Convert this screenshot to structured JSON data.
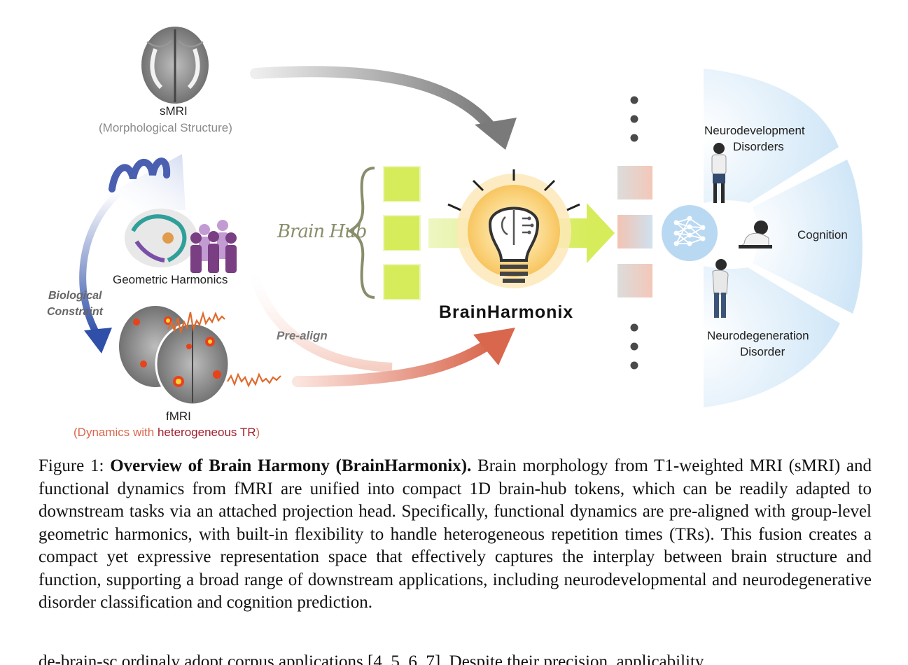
{
  "figure": {
    "smri_title": "sMRI",
    "smri_subtitle": "(Morphological Structure)",
    "geometric_harmonics": "Geometric Harmonics",
    "biological_constraint_line1": "Biological",
    "biological_constraint_line2": "Constraint",
    "fmri_title": "fMRI",
    "fmri_subtitle_prefix": "(Dynamics with ",
    "fmri_subtitle_highlight": "heterogeneous TR",
    "fmri_subtitle_suffix": ")",
    "pre_align": "Pre-align",
    "brain_hub": "Brain Hub",
    "model_name": "BrainHarmonix",
    "outcome_1_line1": "Neurodevelopment",
    "outcome_1_line2": "Disorders",
    "outcome_2": "Cognition",
    "outcome_3_line1": "Neurodegeneration",
    "outcome_3_line2": "Disorder",
    "colors": {
      "token_green": "#d6ec5a",
      "arrow_gray": "#7a7a7a",
      "arrow_red": "#d9674e",
      "fan_blue": "#cfe6f7",
      "constraint_blue": "#2f4fa8",
      "subtitle_red": "#d9674e",
      "highlight_red": "#a01e2c"
    }
  },
  "caption": {
    "figure_label": "Figure 1:",
    "bold_title": "Overview of Brain Harmony (BrainHarmonix).",
    "body": "Brain morphology from T1-weighted MRI (sMRI) and functional dynamics from fMRI are unified into compact 1D brain-hub tokens, which can be readily adapted to downstream tasks via an attached projection head. Specifically, functional dynamics are pre-aligned with group-level geometric harmonics, with built-in flexibility to handle heterogeneous repetition times (TRs). This fusion creates a compact yet expressive representation space that effectively captures the interplay between brain structure and function, supporting a broad range of downstream applications, including neurodevelopmental and neurodegenerative disorder classification and cognition prediction."
  },
  "partial_next_line": "de-brain-sc ordinaly adopt corpus applications [4, 5, 6, 7]. Despite their precision, applicability"
}
